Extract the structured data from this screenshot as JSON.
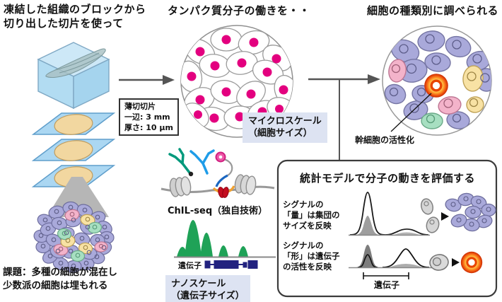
{
  "colors": {
    "nucleus_magenta": "#e3007f",
    "signal_green": "#1fa257",
    "gene_navy": "#22227f",
    "label_background": "#dde3f2",
    "lavender_cell": "#a9a9da",
    "pink_cell": "#f3b3ca",
    "yellow_cell": "#f8e2a4",
    "green_cell": "#a7dfc1",
    "activated_cell_core": "#ff6a10",
    "frozen_block_blue": "#abd7f2"
  },
  "headers": {
    "frozen_block_line1": "凍結した組織のブロックから",
    "frozen_block_line2": "切り出した切片を使って",
    "protein_activity": "タンパク質分子の働きを・・",
    "by_cell_type": "細胞の種類別に調べられる"
  },
  "slice_spec": {
    "title": "薄切切片",
    "side_length": "一辺: 3 mm",
    "thickness": "厚さ: 10 μm"
  },
  "labels": {
    "micro_scale_line1": "マイクロスケール",
    "micro_scale_line2": "（細胞サイズ）",
    "nano_scale_line1": "ナノスケール",
    "nano_scale_line2": "（遺伝子サイズ）",
    "chil_seq": "ChIL-seq（独自技術）",
    "gene_track": "遺伝子",
    "stem_cell_activation": "幹細胞の活性化"
  },
  "problem": {
    "line1": "課題：多種の細胞が混在し",
    "line2": "少数派の細胞は埋もれる"
  },
  "stats_panel": {
    "title": "統計モデルで分子の動きを評価する",
    "signal_amount_line1": "シグナルの",
    "signal_amount_line2": "「量」は集団の",
    "signal_amount_line3": "サイズを反映",
    "signal_shape_line1": "シグナルの",
    "signal_shape_line2": "「形」は遺伝子",
    "signal_shape_line3": "の活性を反映",
    "gene_axis_label": "遺伝子"
  }
}
